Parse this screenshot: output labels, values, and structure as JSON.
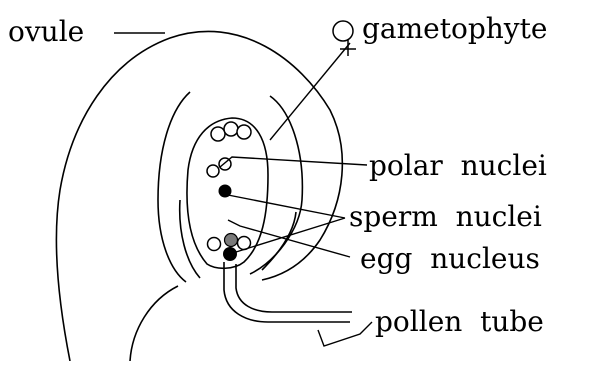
{
  "labels": {
    "ovule": "ovule",
    "gametophyte": "gametophyte",
    "polar_nuclei": "polar  nuclei",
    "sperm_nuclei": "sperm  nuclei",
    "egg_nucleus": "egg  nucleus",
    "pollen_tube": "pollen  tube"
  },
  "colors": {
    "line": "#000000",
    "background": "#ffffff",
    "sperm_fill": "#000000",
    "egg_fill": "#7a7a7a",
    "cell_fill": "#ffffff"
  }
}
